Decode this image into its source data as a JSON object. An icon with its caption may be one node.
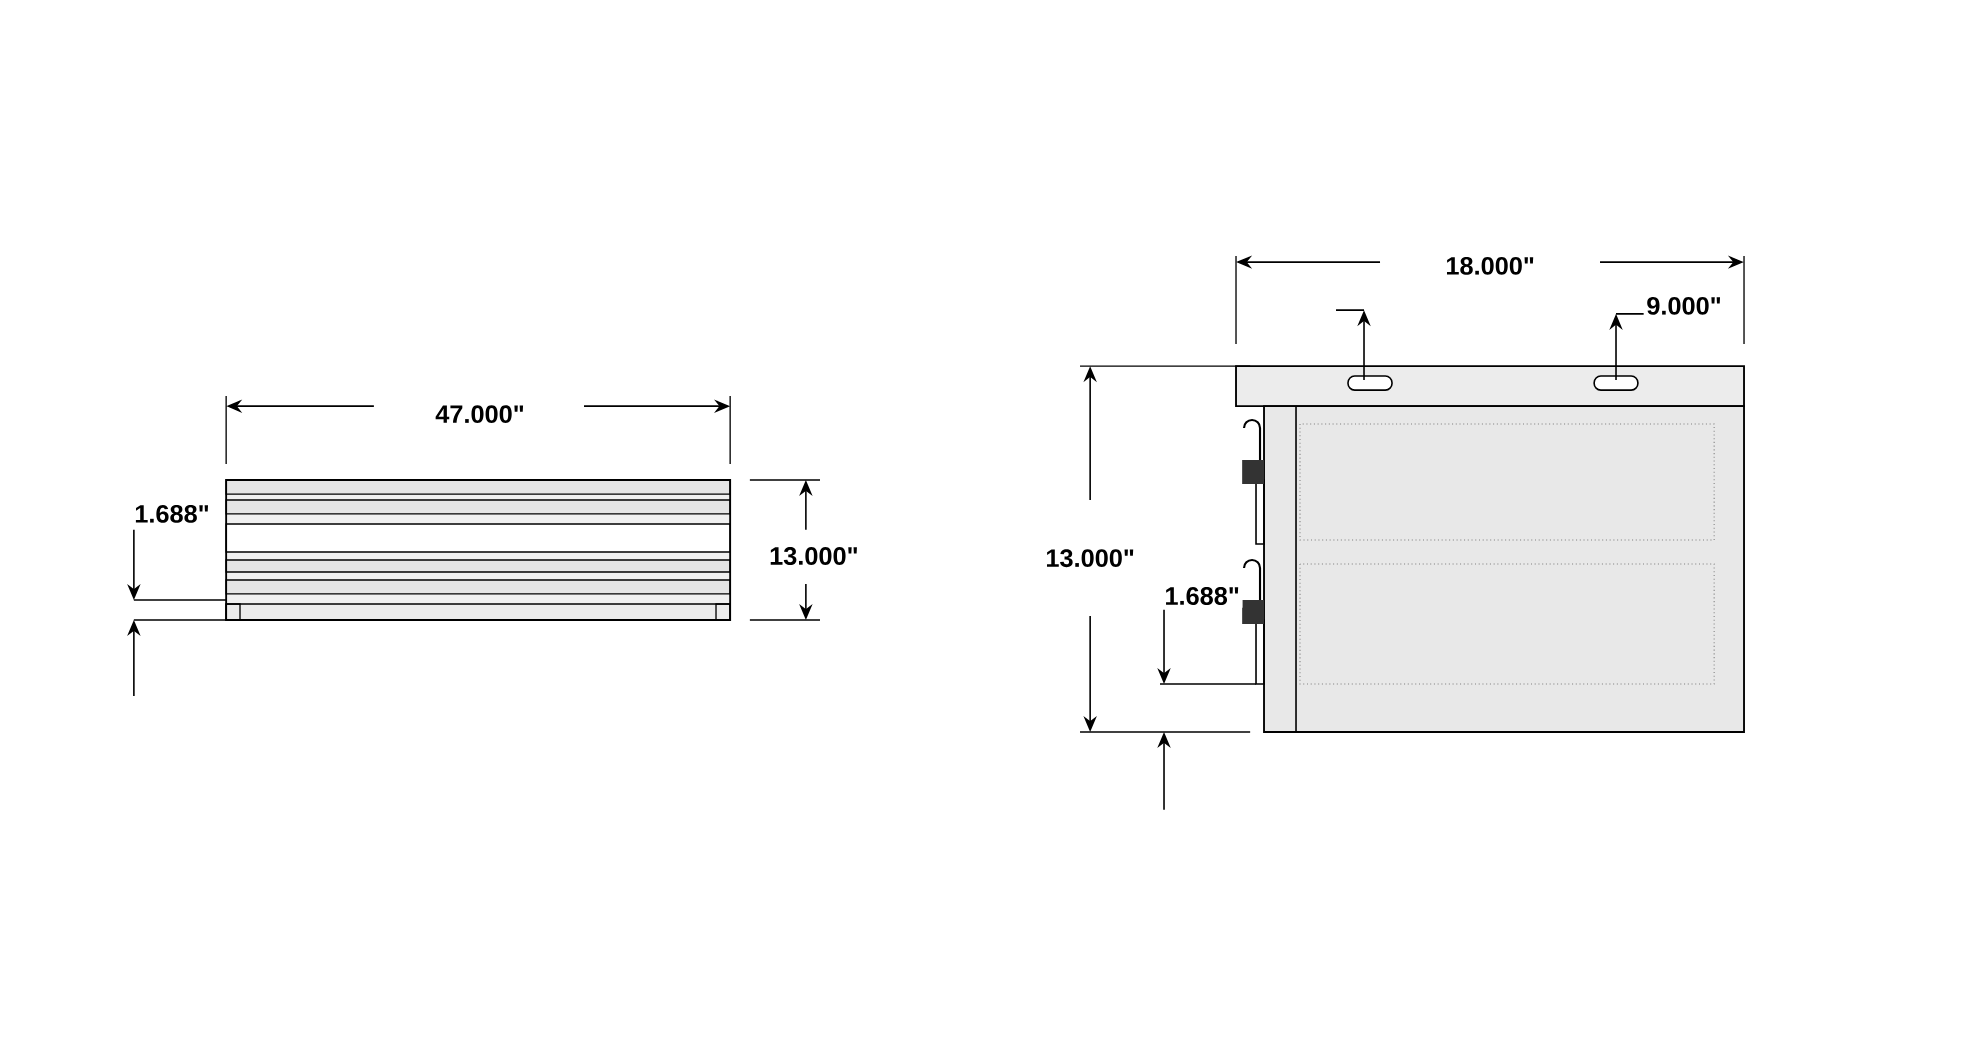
{
  "diagram": {
    "labels": [
      "47.000\"",
      "1.688\"",
      "13.000\"",
      "18.000\"",
      "9.000\"",
      "13.000\"",
      "1.688\""
    ]
  }
}
